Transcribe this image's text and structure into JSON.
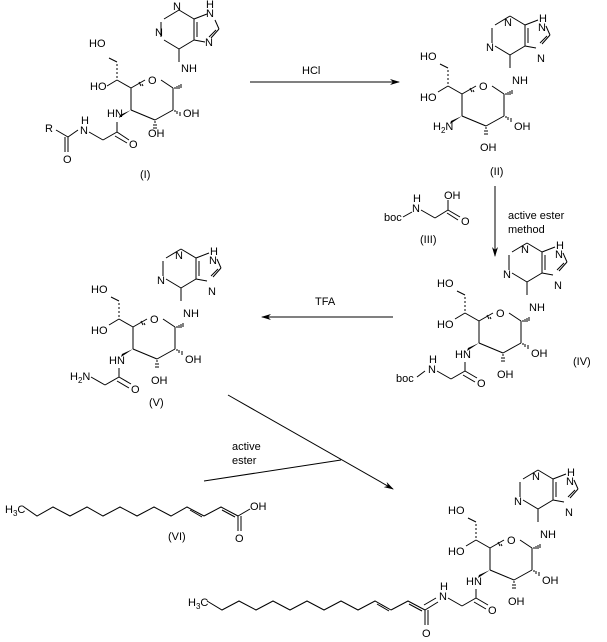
{
  "diagram": {
    "type": "reaction-scheme",
    "compounds": [
      {
        "id": "I",
        "label": "(I)",
        "substituent": "R",
        "amide": "HN",
        "glycine_nh": "H N",
        "carbonyl_o": "O"
      },
      {
        "id": "II",
        "label": "(II)",
        "amine": "H2N"
      },
      {
        "id": "III",
        "label": "(III)",
        "protecting_group": "boc",
        "acid_oh": "OH"
      },
      {
        "id": "IV",
        "label": "(IV)",
        "protecting_group": "boc"
      },
      {
        "id": "V",
        "label": "(V)",
        "amine": "H2N"
      },
      {
        "id": "VI",
        "label": "(VI)",
        "terminal": "H3C",
        "acid_oh": "OH"
      },
      {
        "id": "VII",
        "label": "",
        "terminal": "H3C"
      }
    ],
    "reagents": {
      "step1": "HCl",
      "step2_line1": "active ester",
      "step2_line2": "method",
      "step3": "TFA",
      "step4_line1": "active",
      "step4_line2": "ester"
    },
    "atoms": {
      "N": "N",
      "NH": "NH",
      "HN": "HN",
      "H": "H",
      "O": "O",
      "OH": "OH",
      "HO": "HO",
      "H2N_H": "H",
      "H2N_2": "2",
      "H2N_N": "N",
      "H3C_H": "H",
      "H3C_3": "3",
      "H3C_C": "C",
      "boc": "boc",
      "R": "R"
    }
  }
}
